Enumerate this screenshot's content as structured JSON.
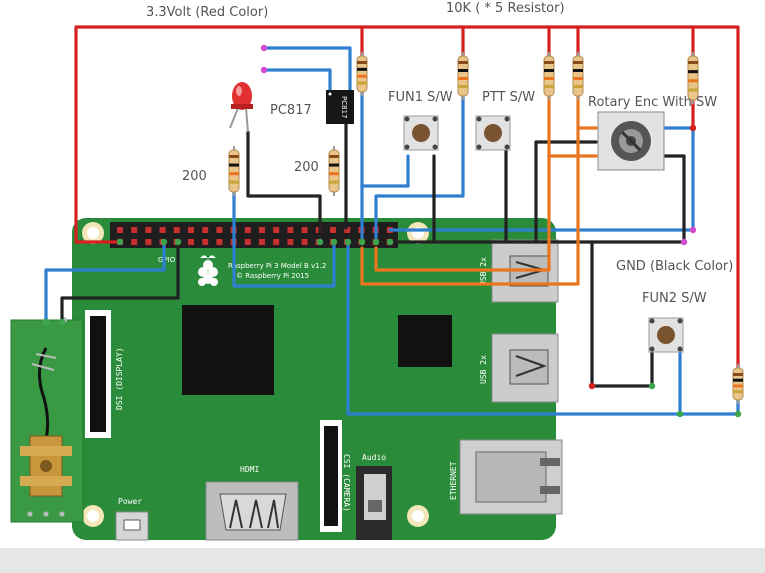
{
  "labels": {
    "red_wire": "3.3Volt (Red Color)",
    "resistors_10k": "10K ( * 5 Resistor)",
    "optocoupler": "PC817",
    "fun1": "FUN1 S/W",
    "ptt": "PTT S/W",
    "rotary": "Rotary Enc With SW",
    "res_200_left": "200",
    "res_200_right": "200",
    "gnd": "GND (Black Color)",
    "fun2": "FUN2 S/W"
  },
  "board": {
    "model_line1": "Raspberry Pi 3 Model B v1.2",
    "model_line2": "© Raspberry Pi 2015",
    "dsi": "DSI (DISPLAY)",
    "csi": "CSI (CAMERA)",
    "hdmi": "HDMI",
    "power": "Power",
    "audio": "Audio",
    "ethernet": "ETHERNET",
    "usb": "USB 2x",
    "chip_mark": "PC817",
    "pin_mark": "GPIO"
  },
  "colors": {
    "board": "#2a8c3a",
    "wire_red": "#d42020",
    "wire_blue": "#2f7fd1",
    "wire_black": "#222222",
    "wire_orange": "#e9751e",
    "background": "#ffffff"
  }
}
